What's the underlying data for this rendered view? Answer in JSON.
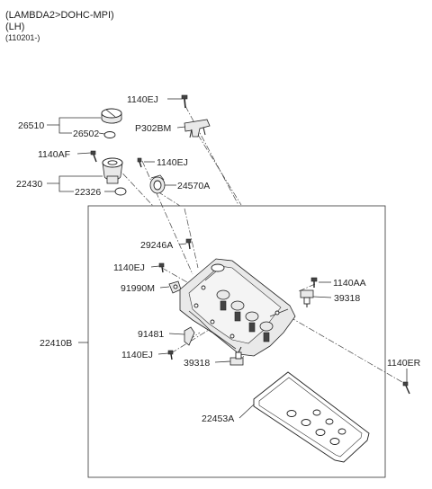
{
  "header": {
    "line1": "(LAMBDA2>DOHC-MPI)",
    "line2": "(LH)",
    "line3": "(110201-)"
  },
  "parts": [
    {
      "id": "p1140ej_top",
      "label": "1140EJ"
    },
    {
      "id": "p26510",
      "label": "26510"
    },
    {
      "id": "p26502",
      "label": "26502"
    },
    {
      "id": "pP302BM",
      "label": "P302BM"
    },
    {
      "id": "p1140af",
      "label": "1140AF"
    },
    {
      "id": "p1140ej_mid",
      "label": "1140EJ"
    },
    {
      "id": "p22430",
      "label": "22430"
    },
    {
      "id": "p24570a",
      "label": "24570A"
    },
    {
      "id": "p22326",
      "label": "22326"
    },
    {
      "id": "p29246a",
      "label": "29246A"
    },
    {
      "id": "p1140ej_left",
      "label": "1140EJ"
    },
    {
      "id": "p1140aa",
      "label": "1140AA"
    },
    {
      "id": "p91990m",
      "label": "91990M"
    },
    {
      "id": "p39318_right",
      "label": "39318"
    },
    {
      "id": "p22410b",
      "label": "22410B"
    },
    {
      "id": "p91481",
      "label": "91481"
    },
    {
      "id": "p1140ej_low",
      "label": "1140EJ"
    },
    {
      "id": "p39318_low",
      "label": "39318"
    },
    {
      "id": "p1140er",
      "label": "1140ER"
    },
    {
      "id": "p22453a",
      "label": "22453A"
    }
  ]
}
